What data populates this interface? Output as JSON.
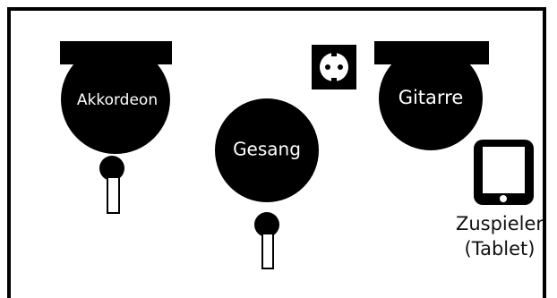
{
  "labels": {
    "akkordeon": "Akkordeon",
    "gesang": "Gesang",
    "gitarre": "Gitarre",
    "zuspieler_line1": "Zuspieler",
    "zuspieler_line2": "(Tablet)"
  },
  "icons": {
    "stage_border": "frame",
    "speaker_monitor_left": "monitor-speaker-icon",
    "speaker_monitor_right": "monitor-speaker-icon",
    "power_outlet": "power-outlet-icon",
    "microphone_left": "microphone-icon",
    "microphone_center": "microphone-icon",
    "tablet": "tablet-icon"
  },
  "colors": {
    "ink": "#000000",
    "paper": "#ffffff"
  }
}
